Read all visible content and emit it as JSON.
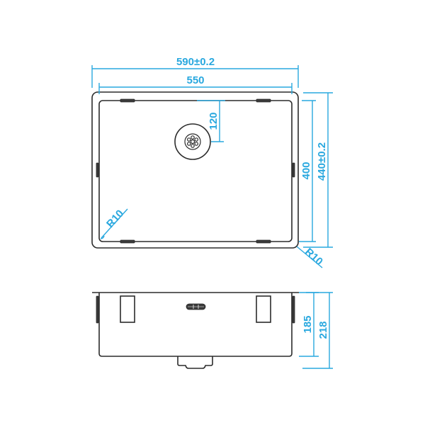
{
  "drawing": {
    "title": "Undermount sink technical drawing",
    "accent_color": "#29a8df",
    "line_color": "#2b2b2b",
    "top_view": {
      "overall_width_label": "590±0.2",
      "inner_width_label": "550",
      "drain_offset_label": "120",
      "inner_depth_label": "400",
      "overall_depth_label": "440±0.2",
      "inner_radius_label": "R10",
      "outer_radius_label": "R10"
    },
    "side_view": {
      "bowl_depth_label": "185",
      "overall_height_label": "218"
    }
  }
}
